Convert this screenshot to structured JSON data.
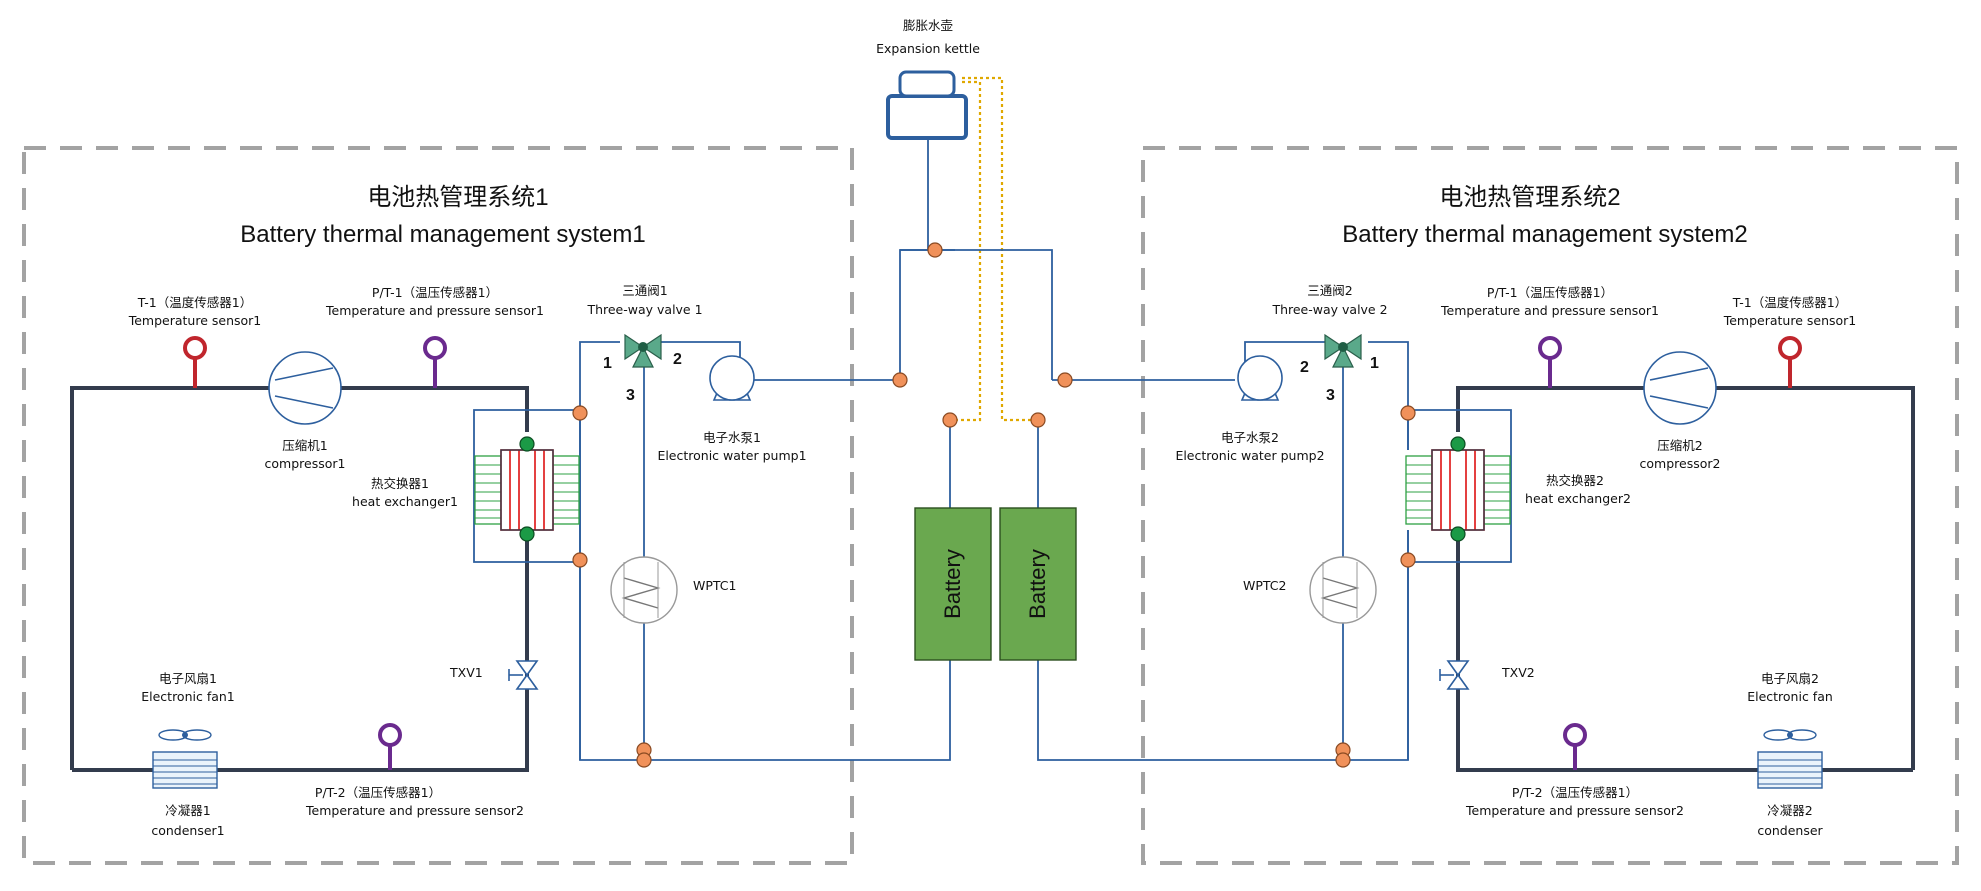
{
  "expansion_kettle": {
    "cn": "膨胀水壶",
    "en": "Expansion kettle"
  },
  "system1": {
    "title_cn": "电池热管理系统1",
    "title_en": "Battery thermal management system1",
    "t1": {
      "cn": "T-1（温度传感器1）",
      "en": "Temperature sensor1"
    },
    "pt1": {
      "cn": "P/T-1（温压传感器1）",
      "en": "Temperature and pressure sensor1"
    },
    "valve": {
      "cn": "三通阀1",
      "en": "Three-way valve 1",
      "port1": "1",
      "port2": "2",
      "port3": "3"
    },
    "compressor": {
      "cn": "压缩机1",
      "en": "compressor1"
    },
    "hx": {
      "cn": "热交换器1",
      "en": "heat exchanger1"
    },
    "pump": {
      "cn": "电子水泵1",
      "en": "Electronic water pump1"
    },
    "wptc": "WPTC1",
    "txv": "TXV1",
    "fan": {
      "cn": "电子风扇1",
      "en": "Electronic fan1"
    },
    "pt2": {
      "cn": "P/T-2（温压传感器1）",
      "en": "Temperature and pressure sensor2"
    },
    "condenser": {
      "cn": "冷凝器1",
      "en": "condenser1"
    }
  },
  "system2": {
    "title_cn": "电池热管理系统2",
    "title_en": "Battery thermal management system2",
    "t1": {
      "cn": "T-1（温度传感器1）",
      "en": "Temperature sensor1"
    },
    "pt1": {
      "cn": "P/T-1（温压传感器1）",
      "en": "Temperature and pressure sensor1"
    },
    "valve": {
      "cn": "三通阀2",
      "en": "Three-way valve 2",
      "port1": "1",
      "port2": "2",
      "port3": "3"
    },
    "compressor": {
      "cn": "压缩机2",
      "en": "compressor2"
    },
    "hx": {
      "cn": "热交换器2",
      "en": "heat exchanger2"
    },
    "pump": {
      "cn": "电子水泵2",
      "en": "Electronic water pump2"
    },
    "wptc": "WPTC2",
    "txv": "TXV2",
    "fan": {
      "cn": "电子风扇2",
      "en": "Electronic fan"
    },
    "pt2": {
      "cn": "P/T-2（温压传感器1）",
      "en": "Temperature and pressure sensor2"
    },
    "condenser": {
      "cn": "冷凝器2",
      "en": "condenser"
    }
  },
  "batteries": [
    "Battery",
    "Battery"
  ],
  "colors": {
    "refrigerant_line": "#333c4d",
    "water_line": "#2d5f9e",
    "expansion_line": "#e0a800",
    "temperature_sensor": "#c0262d",
    "pressure_sensor": "#6a2a8e",
    "battery_fill": "#6aa84f",
    "node": "#f0915a",
    "hx_node": "#1b9a46",
    "valve": "#5aa98a"
  }
}
